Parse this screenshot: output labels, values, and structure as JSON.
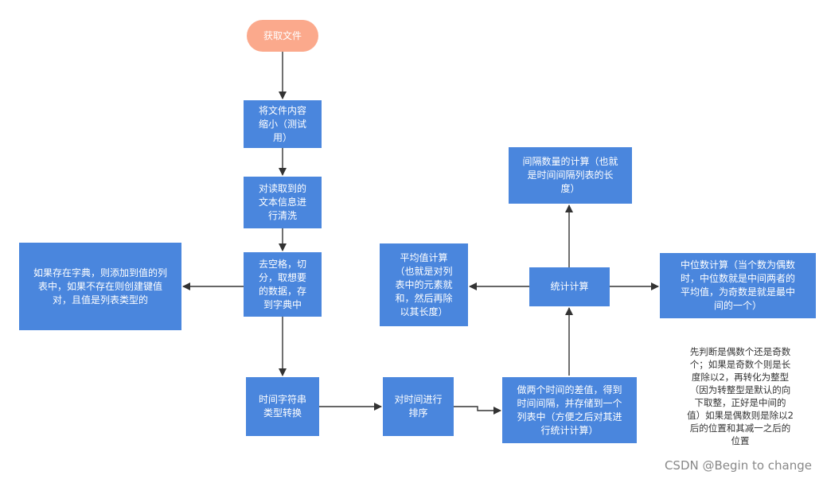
{
  "nodes": {
    "start": "获取文件",
    "shrink": "将文件内容\n缩小（测试\n用）",
    "clean": "对读取到的\n文本信息进\n行清洗",
    "extract": "去空格，切\n分，取想要\n的数据，存\n到字典中",
    "dict_rule": "如果存在字典，则添加到值的列\n表中，如果不存在则创建键值\n对，且值是列表类型的",
    "convert": "时间字符串\n类型转换",
    "sort": "对时间进行\n排序",
    "diff": "做两个时间的差值，得到\n时间间隔，并存储到一个\n列表中（方便之后对其进\n行统计计算）",
    "stats": "统计计算",
    "mean": "平均值计算\n（也就是对列\n表中的元素就\n和，然后再除\n以其长度）",
    "count": "间隔数量的计算（也就\n是时间间隔列表的长\n度）",
    "median": "中位数计算（当个数为偶数\n时，中位数就是中间两者的\n平均值，为奇数是就是最中\n间的一个）"
  },
  "note": "先判断是偶数个还是奇数\n个；如果是奇数个则是长\n度除以2，再转化为整型\n（因为转整型是默认的向\n下取整，正好是中间的\n值）如果是偶数则是除以2\n后的位置和其减一之后的\n位置",
  "watermark": "CSDN @Begin to change",
  "colors": {
    "process": "#4a86dd",
    "terminal": "#fba98c",
    "edge": "#333333"
  }
}
